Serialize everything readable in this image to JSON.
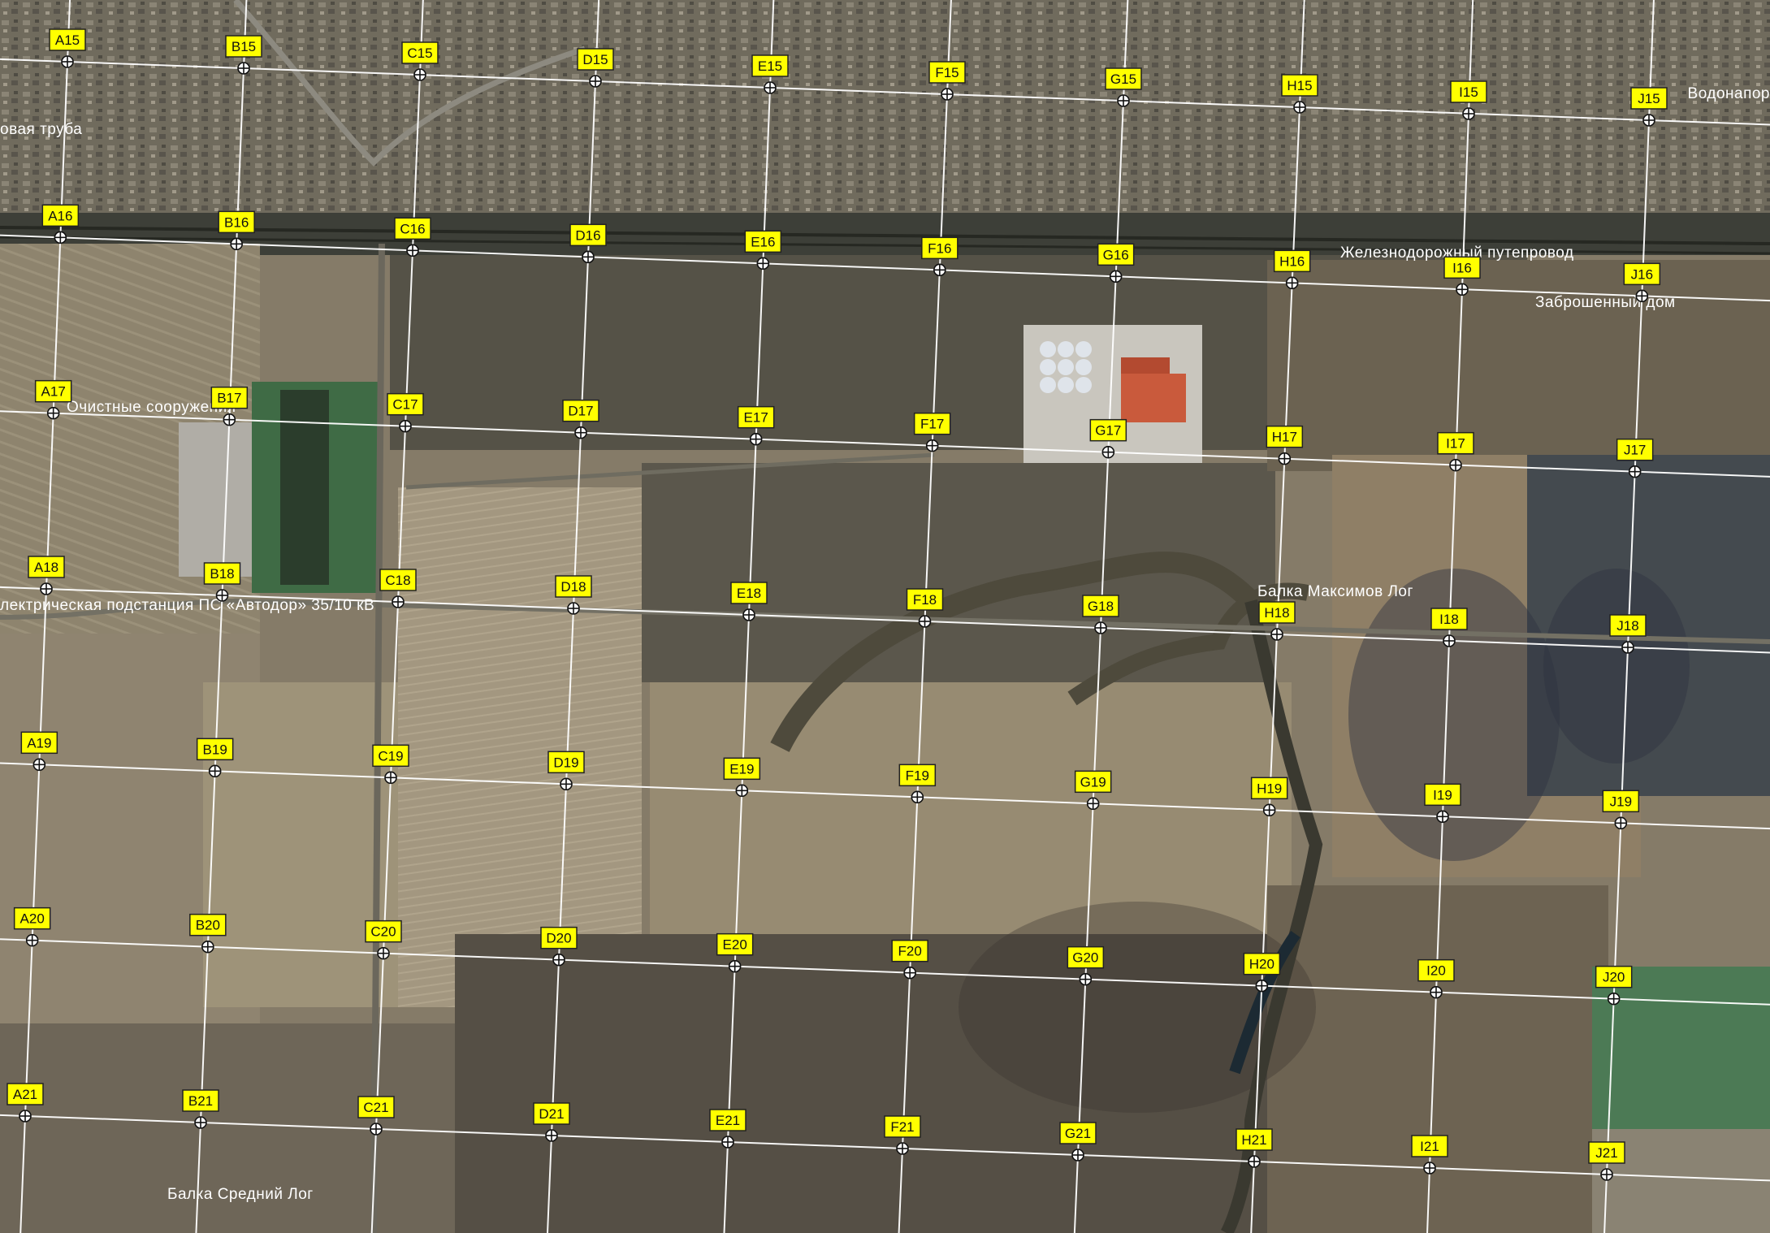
{
  "map": {
    "background_color": "#7d7665",
    "grid_line_color": "#ffffff",
    "label_background": "#ffff00",
    "label_text_color": "#111111",
    "columns": [
      "A",
      "B",
      "C",
      "D",
      "E",
      "F",
      "G",
      "H",
      "I",
      "J"
    ],
    "rows": [
      "15",
      "16",
      "17",
      "18",
      "19",
      "20",
      "21"
    ],
    "place_labels": [
      {
        "id": "truba",
        "text": "овая труба"
      },
      {
        "id": "vodonapor",
        "text": "Водонапор"
      },
      {
        "id": "zhd-puteprovod",
        "text": "Железнодорожный путепровод"
      },
      {
        "id": "zabroshennyi-dom",
        "text": "Заброшенный дом"
      },
      {
        "id": "ochistnye",
        "text": "Очистные сооружения"
      },
      {
        "id": "podstanciya",
        "text": "лектрическая подстанция ПС «Автодор» 35/10 кВ"
      },
      {
        "id": "balka-maksimov",
        "text": "Балка Максимов Лог"
      },
      {
        "id": "balka-srednii",
        "text": "Балка Средний Лог"
      }
    ]
  }
}
